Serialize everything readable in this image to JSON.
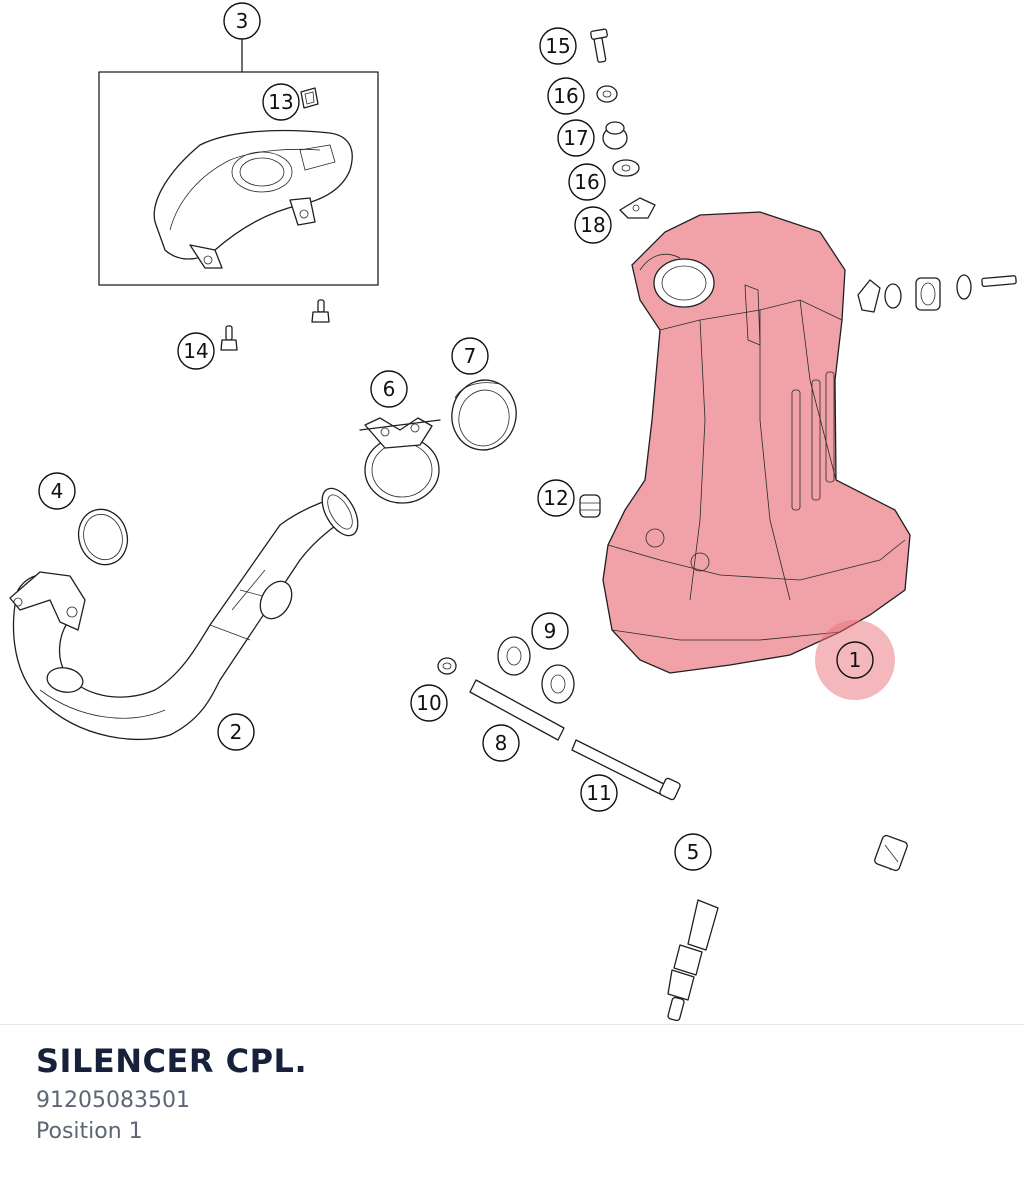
{
  "diagram": {
    "callouts": [
      "1",
      "2",
      "3",
      "4",
      "5",
      "6",
      "7",
      "8",
      "9",
      "10",
      "11",
      "12",
      "13",
      "14",
      "15",
      "16",
      "16",
      "17",
      "18"
    ],
    "highlight_color": "#e8707a",
    "highlighted_callout": "1"
  },
  "selected_part": {
    "name": "SILENCER CPL.",
    "number": "91205083501",
    "position": "Position 1"
  }
}
